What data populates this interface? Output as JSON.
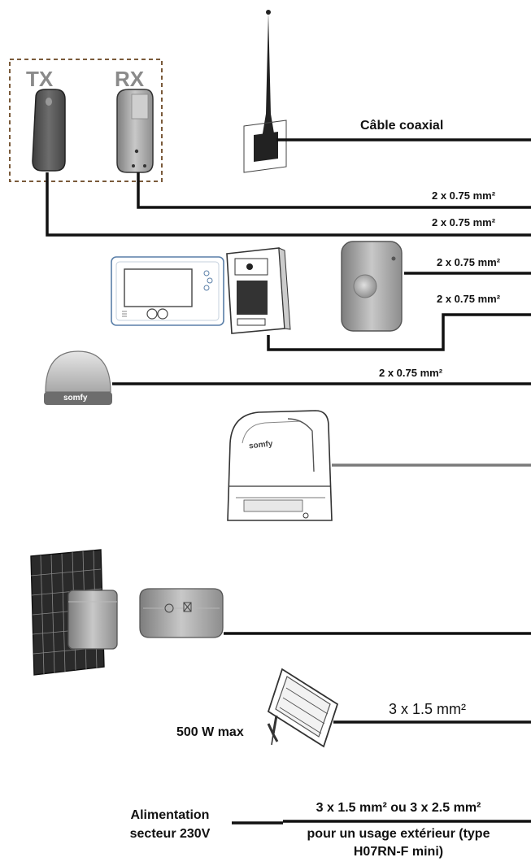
{
  "labels": {
    "tx": "TX",
    "rx": "RX",
    "coax": "Câble coaxial",
    "cable_rx": "2 x 0.75 mm²",
    "cable_tx": "2 x 0.75 mm²",
    "cable_light": "2 x 0.75 mm²",
    "cable_video": "2 x 0.75 mm²",
    "cable_beacon": "2 x 0.75 mm²",
    "cable_lamp": "3 x 1.5 mm²",
    "lamp_power": "500 W max",
    "mains_label_1": "Alimentation",
    "mains_label_2": "secteur 230V",
    "mains_cable_1": "3 x 1.5 mm² ou 3 x 2.5 mm²",
    "mains_cable_2": "pour un usage extérieur (type",
    "mains_cable_3": "H07RN-F mini)"
  },
  "brand": "somfy",
  "colors": {
    "wire": "#111111",
    "motor_wire": "#7a7a7a",
    "device_grey": "#9a9a9a",
    "dark_grey": "#555555",
    "accent_blue": "#5a7fa8"
  }
}
